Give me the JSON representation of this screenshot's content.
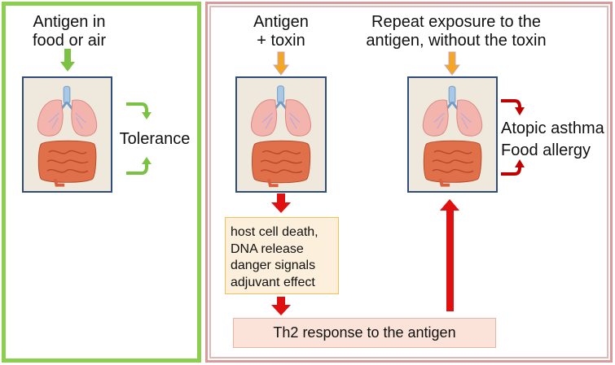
{
  "left_panel": {
    "title_line1": "Antigen in",
    "title_line2": "food or air",
    "outcome": "Tolerance"
  },
  "middle": {
    "title_line1": "Antigen",
    "title_line2": "+ toxin",
    "effects": [
      "host cell death,",
      "DNA release",
      "danger signals",
      "adjuvant effect"
    ]
  },
  "right": {
    "title_line1": "Repeat exposure to the",
    "title_line2": "antigen, without the toxin",
    "outcome1": "Atopic asthma",
    "outcome2": "Food allergy"
  },
  "th2_label": "Th2 response to the antigen",
  "colors": {
    "green_border": "#8ccf4e",
    "pink_border": "#d99a9a",
    "green_arrow": "#7cc242",
    "orange_arrow": "#f5a623",
    "red_arrow": "#e01010",
    "dark_red_arrow": "#c00000",
    "box_border": "#2e4d7a"
  },
  "icons": [
    "lungs-icon",
    "intestines-icon"
  ]
}
